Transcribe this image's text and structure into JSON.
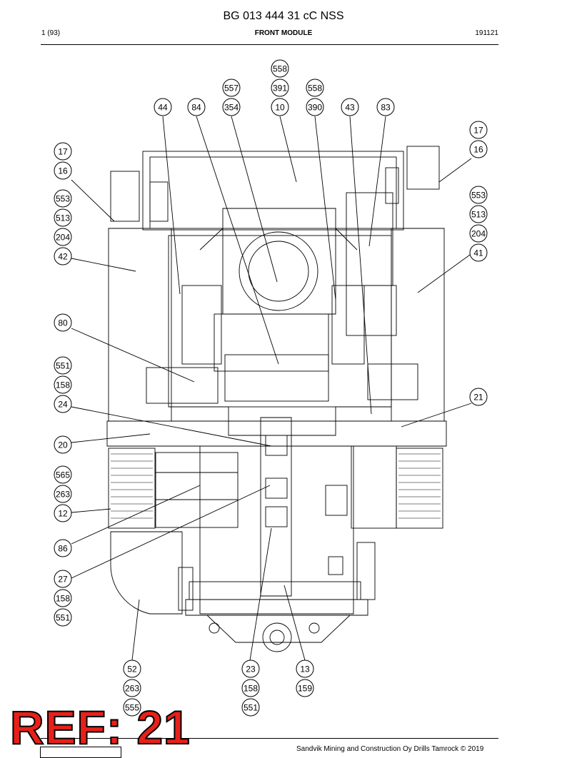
{
  "header": {
    "document_id": "BG 013 444 31 cC NSS",
    "page": "1 (93)",
    "section": "FRONT MODULE",
    "date": "191121"
  },
  "footer": {
    "copyright": "Sandvik Mining and Construction Oy Drills Tamrock © 2019"
  },
  "stamp": {
    "ref_label": "REF: 21"
  },
  "callouts": [
    {
      "label": "558"
    },
    {
      "label": "557"
    },
    {
      "label": "391"
    },
    {
      "label": "558"
    },
    {
      "label": "44"
    },
    {
      "label": "84"
    },
    {
      "label": "354"
    },
    {
      "label": "10"
    },
    {
      "label": "390"
    },
    {
      "label": "43"
    },
    {
      "label": "83"
    },
    {
      "label": "17"
    },
    {
      "label": "16"
    },
    {
      "label": "17"
    },
    {
      "label": "16"
    },
    {
      "label": "553"
    },
    {
      "label": "513"
    },
    {
      "label": "204"
    },
    {
      "label": "42"
    },
    {
      "label": "553"
    },
    {
      "label": "513"
    },
    {
      "label": "204"
    },
    {
      "label": "41"
    },
    {
      "label": "80"
    },
    {
      "label": "551"
    },
    {
      "label": "158"
    },
    {
      "label": "24"
    },
    {
      "label": "21"
    },
    {
      "label": "20"
    },
    {
      "label": "565"
    },
    {
      "label": "263"
    },
    {
      "label": "12"
    },
    {
      "label": "86"
    },
    {
      "label": "27"
    },
    {
      "label": "158"
    },
    {
      "label": "551"
    },
    {
      "label": "52"
    },
    {
      "label": "263"
    },
    {
      "label": "555"
    },
    {
      "label": "23"
    },
    {
      "label": "158"
    },
    {
      "label": "551"
    },
    {
      "label": "13"
    },
    {
      "label": "159"
    }
  ]
}
